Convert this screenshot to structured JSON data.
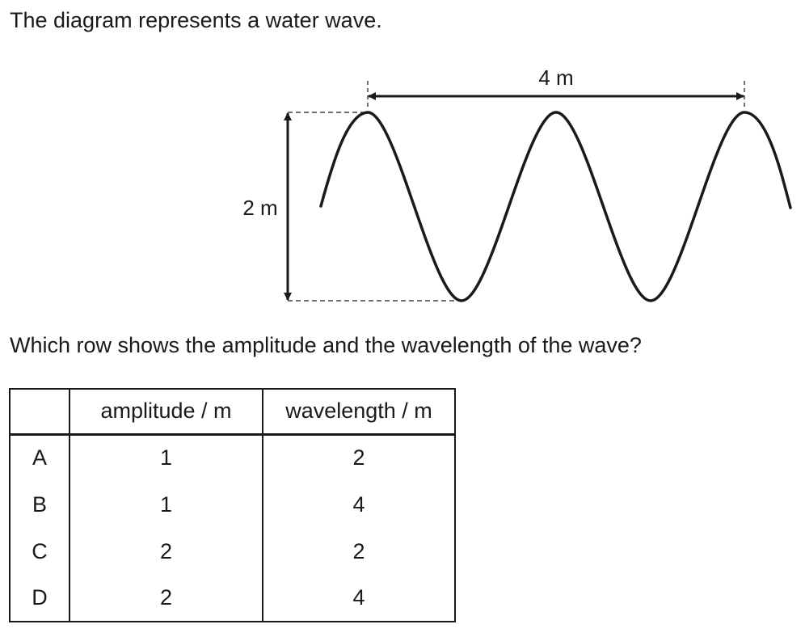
{
  "intro_text": "The diagram represents a water wave.",
  "diagram": {
    "wavelength_label": "4 m",
    "height_label": "2 m"
  },
  "question_text": "Which row shows the amplitude and the wavelength of the wave?",
  "table": {
    "headers": [
      "",
      "amplitude / m",
      "wavelength / m"
    ],
    "rows": [
      {
        "key": "A",
        "amplitude": "1",
        "wavelength": "2"
      },
      {
        "key": "B",
        "amplitude": "1",
        "wavelength": "4"
      },
      {
        "key": "C",
        "amplitude": "2",
        "wavelength": "2"
      },
      {
        "key": "D",
        "amplitude": "2",
        "wavelength": "4"
      }
    ]
  }
}
